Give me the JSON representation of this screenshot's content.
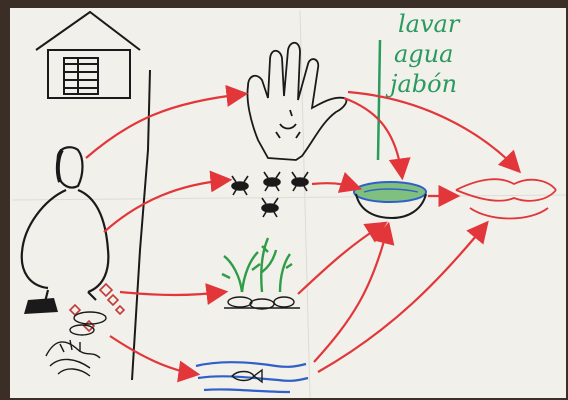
{
  "poster": {
    "labels": [
      "lavar",
      "agua",
      "jabón"
    ],
    "colors": {
      "paper": "#f2f1ec",
      "ink": "#1a1a1a",
      "arrow": "#e2363b",
      "label": "#2a9a5f",
      "plant": "#2f9d47",
      "water": "#2f5fc8",
      "feces": "#c23a3a"
    }
  }
}
